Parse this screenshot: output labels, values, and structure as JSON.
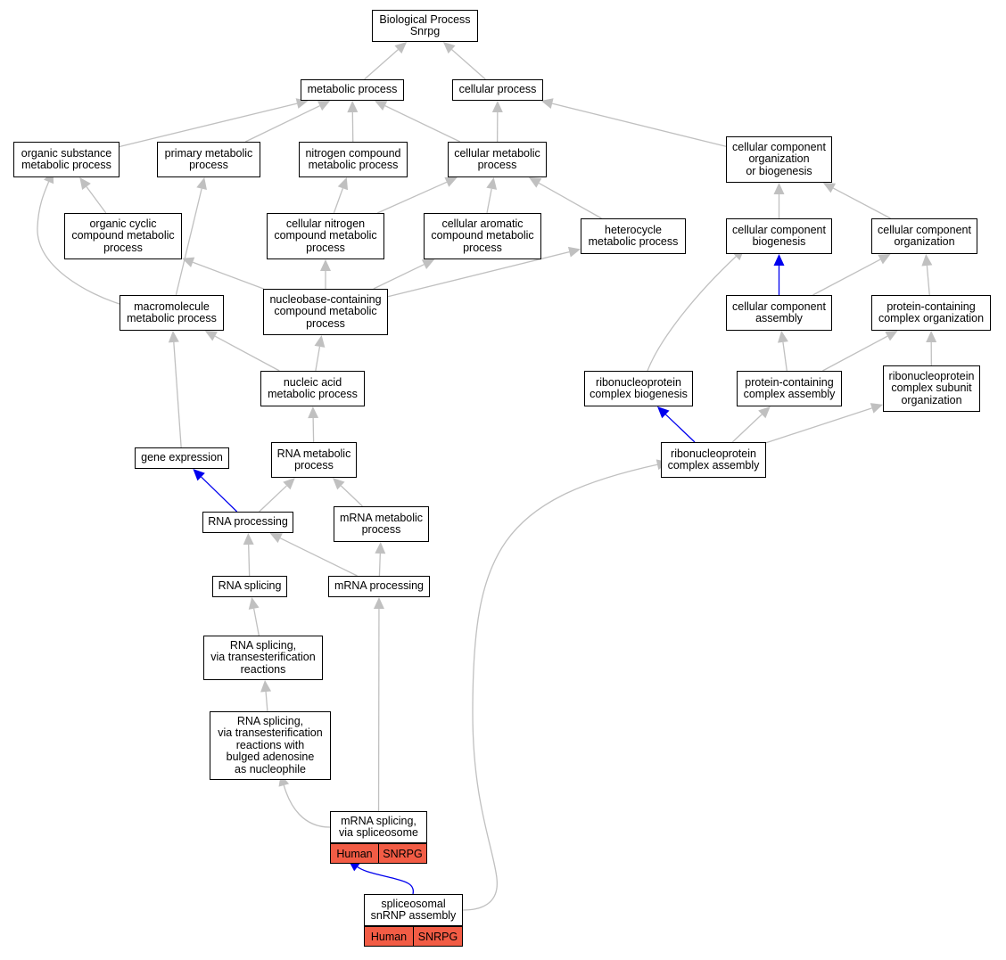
{
  "colors": {
    "edge_default": "#c0c0c0",
    "edge_highlight": "#0000ee",
    "annotation_fill": "#f25c45"
  },
  "nodes": {
    "bp": "Biological Process\nSnrpg",
    "metabolic": "metabolic process",
    "cellular": "cellular process",
    "organic_substance": "organic substance\nmetabolic process",
    "primary_metabolic": "primary metabolic\nprocess",
    "nitrogen_compound": "nitrogen compound\nmetabolic process",
    "cellular_metabolic": "cellular metabolic\nprocess",
    "cc_org_biogenesis": "cellular component\norganization\nor biogenesis",
    "organic_cyclic": "organic cyclic\ncompound metabolic\nprocess",
    "cellular_nitrogen": "cellular nitrogen\ncompound metabolic\nprocess",
    "cellular_aromatic": "cellular aromatic\ncompound metabolic\nprocess",
    "heterocycle": "heterocycle\nmetabolic process",
    "cc_biogenesis": "cellular component\nbiogenesis",
    "cc_organization": "cellular component\norganization",
    "macromolecule": "macromolecule\nmetabolic process",
    "nucleobase": "nucleobase-containing\ncompound metabolic\nprocess",
    "cc_assembly": "cellular component\nassembly",
    "protein_complex_org": "protein-containing\ncomplex organization",
    "nucleic_acid": "nucleic acid\nmetabolic process",
    "rnp_biogenesis": "ribonucleoprotein\ncomplex biogenesis",
    "protein_complex_assembly": "protein-containing\ncomplex assembly",
    "rnp_subunit_org": "ribonucleoprotein\ncomplex subunit\norganization",
    "gene_expression": "gene expression",
    "rna_metabolic": "RNA metabolic\nprocess",
    "rnp_assembly": "ribonucleoprotein\ncomplex assembly",
    "rna_processing": "RNA processing",
    "mrna_metabolic": "mRNA metabolic\nprocess",
    "rna_splicing": "RNA splicing",
    "mrna_processing": "mRNA processing",
    "rna_splicing_trans": "RNA splicing,\nvia transesterification\nreactions",
    "rna_splicing_bulged": "RNA splicing,\nvia transesterification\nreactions with\nbulged adenosine\nas nucleophile",
    "mrna_splicing": "mRNA splicing,\nvia spliceosome",
    "snrnp_assembly": "spliceosomal\nsnRNP assembly"
  },
  "annotations": {
    "mrna_splicing": [
      "Human",
      "SNRPG"
    ],
    "snrnp_assembly": [
      "Human",
      "SNRPG"
    ]
  },
  "edges": [
    {
      "from": "metabolic",
      "to": "bp",
      "type": "default"
    },
    {
      "from": "cellular",
      "to": "bp",
      "type": "default"
    },
    {
      "from": "organic_substance",
      "to": "metabolic",
      "type": "default"
    },
    {
      "from": "primary_metabolic",
      "to": "metabolic",
      "type": "default"
    },
    {
      "from": "nitrogen_compound",
      "to": "metabolic",
      "type": "default"
    },
    {
      "from": "cellular_metabolic",
      "to": "metabolic",
      "type": "default"
    },
    {
      "from": "cellular_metabolic",
      "to": "cellular",
      "type": "default"
    },
    {
      "from": "cc_org_biogenesis",
      "to": "cellular",
      "type": "default"
    },
    {
      "from": "organic_cyclic",
      "to": "organic_substance",
      "type": "default"
    },
    {
      "from": "cellular_nitrogen",
      "to": "nitrogen_compound",
      "type": "default"
    },
    {
      "from": "cellular_nitrogen",
      "to": "cellular_metabolic",
      "type": "default"
    },
    {
      "from": "cellular_aromatic",
      "to": "cellular_metabolic",
      "type": "default"
    },
    {
      "from": "heterocycle",
      "to": "cellular_metabolic",
      "type": "default"
    },
    {
      "from": "cc_biogenesis",
      "to": "cc_org_biogenesis",
      "type": "default"
    },
    {
      "from": "cc_organization",
      "to": "cc_org_biogenesis",
      "type": "default"
    },
    {
      "from": "macromolecule",
      "to": "organic_substance",
      "type": "default"
    },
    {
      "from": "macromolecule",
      "to": "primary_metabolic",
      "type": "default"
    },
    {
      "from": "nucleobase",
      "to": "organic_cyclic",
      "type": "default"
    },
    {
      "from": "nucleobase",
      "to": "cellular_nitrogen",
      "type": "default"
    },
    {
      "from": "nucleobase",
      "to": "cellular_aromatic",
      "type": "default"
    },
    {
      "from": "nucleobase",
      "to": "heterocycle",
      "type": "default"
    },
    {
      "from": "cc_assembly",
      "to": "cc_biogenesis",
      "type": "highlight"
    },
    {
      "from": "cc_assembly",
      "to": "cc_organization",
      "type": "default"
    },
    {
      "from": "protein_complex_org",
      "to": "cc_organization",
      "type": "default"
    },
    {
      "from": "nucleic_acid",
      "to": "macromolecule",
      "type": "default"
    },
    {
      "from": "nucleic_acid",
      "to": "nucleobase",
      "type": "default"
    },
    {
      "from": "rnp_biogenesis",
      "to": "cc_biogenesis",
      "type": "default"
    },
    {
      "from": "protein_complex_assembly",
      "to": "cc_assembly",
      "type": "default"
    },
    {
      "from": "protein_complex_assembly",
      "to": "protein_complex_org",
      "type": "default"
    },
    {
      "from": "rnp_subunit_org",
      "to": "protein_complex_org",
      "type": "default"
    },
    {
      "from": "gene_expression",
      "to": "macromolecule",
      "type": "default"
    },
    {
      "from": "rna_metabolic",
      "to": "nucleic_acid",
      "type": "default"
    },
    {
      "from": "rnp_assembly",
      "to": "rnp_biogenesis",
      "type": "highlight"
    },
    {
      "from": "rnp_assembly",
      "to": "protein_complex_assembly",
      "type": "default"
    },
    {
      "from": "rnp_assembly",
      "to": "rnp_subunit_org",
      "type": "default"
    },
    {
      "from": "rna_processing",
      "to": "gene_expression",
      "type": "highlight"
    },
    {
      "from": "rna_processing",
      "to": "rna_metabolic",
      "type": "default"
    },
    {
      "from": "mrna_metabolic",
      "to": "rna_metabolic",
      "type": "default"
    },
    {
      "from": "rna_splicing",
      "to": "rna_processing",
      "type": "default"
    },
    {
      "from": "mrna_processing",
      "to": "rna_processing",
      "type": "default"
    },
    {
      "from": "mrna_processing",
      "to": "mrna_metabolic",
      "type": "default"
    },
    {
      "from": "rna_splicing_trans",
      "to": "rna_splicing",
      "type": "default"
    },
    {
      "from": "rna_splicing_bulged",
      "to": "rna_splicing_trans",
      "type": "default"
    },
    {
      "from": "mrna_splicing",
      "to": "rna_splicing_bulged",
      "type": "default"
    },
    {
      "from": "mrna_splicing",
      "to": "mrna_processing",
      "type": "default"
    },
    {
      "from": "snrnp_assembly",
      "to": "mrna_splicing",
      "type": "highlight"
    },
    {
      "from": "snrnp_assembly",
      "to": "rnp_assembly",
      "type": "default"
    }
  ]
}
